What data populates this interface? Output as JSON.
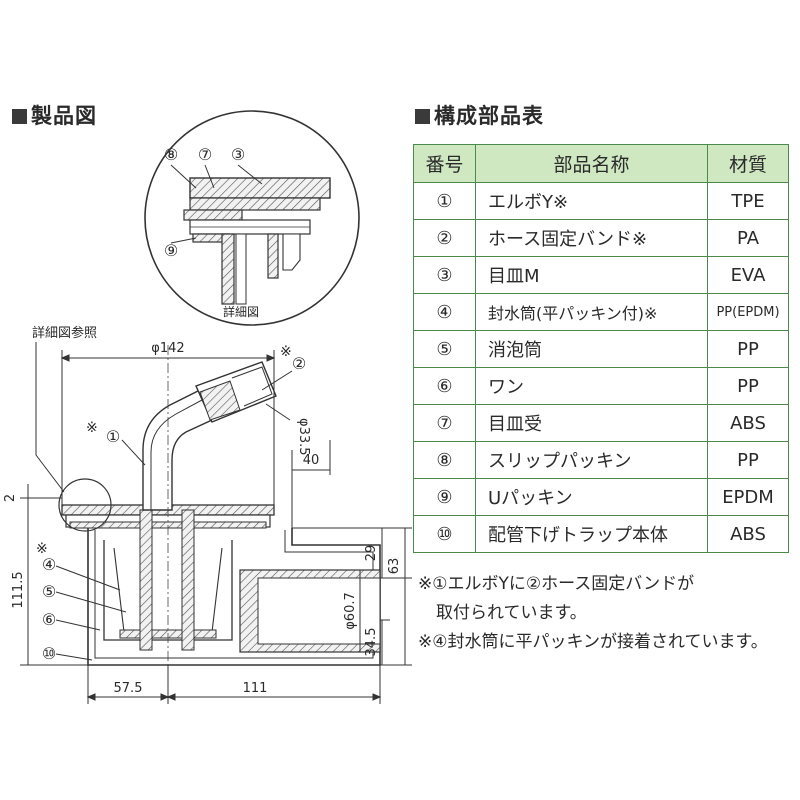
{
  "product_heading": "製品図",
  "table_heading": "構成部品表",
  "table": {
    "headers": [
      "番号",
      "部品名称",
      "材質"
    ],
    "rows": [
      {
        "no": "①",
        "name": "エルボY※",
        "material": "TPE"
      },
      {
        "no": "②",
        "name": "ホース固定バンド※",
        "material": "PA"
      },
      {
        "no": "③",
        "name": "目皿M",
        "material": "EVA"
      },
      {
        "no": "④",
        "name": "封水筒(平パッキン付)※",
        "material": "PP(EPDM)"
      },
      {
        "no": "⑤",
        "name": "消泡筒",
        "material": "PP"
      },
      {
        "no": "⑥",
        "name": "ワン",
        "material": "PP"
      },
      {
        "no": "⑦",
        "name": "目皿受",
        "material": "ABS"
      },
      {
        "no": "⑧",
        "name": "スリップパッキン",
        "material": "PP"
      },
      {
        "no": "⑨",
        "name": "Uパッキン",
        "material": "EPDM"
      },
      {
        "no": "⑩",
        "name": "配管下げトラップ本体",
        "material": "ABS"
      }
    ]
  },
  "notes": [
    "※①エルボYに②ホース固定バンドが",
    "取付られています。",
    "※④封水筒に平パッキンが接着されています。"
  ],
  "drawing": {
    "detail_caption": "詳細図",
    "detail_ref": "詳細図参照",
    "detail_markers": [
      "⑧",
      "⑦",
      "③",
      "⑨"
    ],
    "markers": [
      "①",
      "②",
      "④",
      "⑤",
      "⑥",
      "⑩"
    ],
    "asterisk": "※",
    "dims": {
      "phi142": "φ142",
      "phi33_5": "φ33.5",
      "d40": "40",
      "d2": "2",
      "d111_5": "111.5",
      "d29": "29",
      "d63": "63",
      "phi60_7": "φ60.7",
      "d34_5": "34.5",
      "d57_5": "57.5",
      "d111": "111"
    }
  }
}
